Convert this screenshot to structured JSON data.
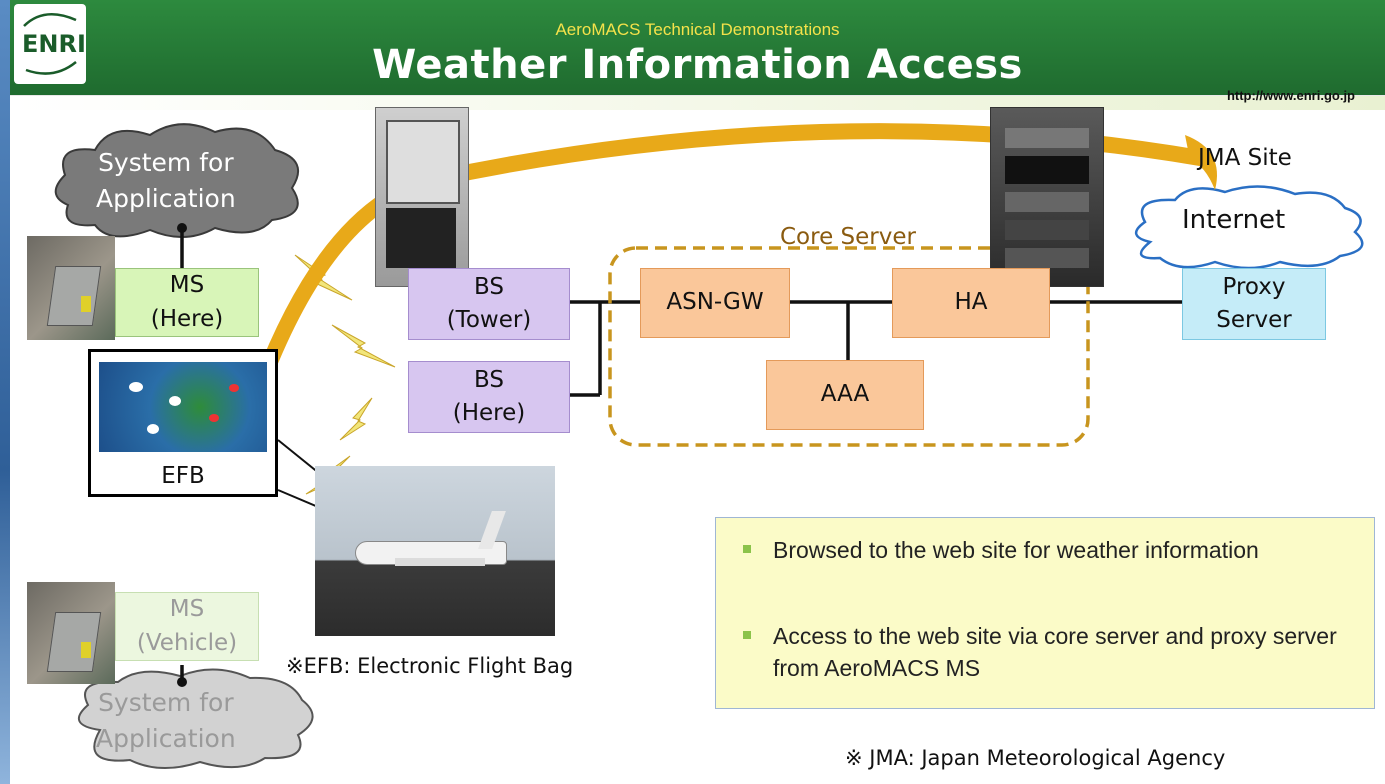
{
  "header": {
    "logo_text": "ENRI",
    "subtitle": "AeroMACS Technical Demonstrations",
    "title": "Weather Information Access",
    "url": "http://www.enri.go.jp"
  },
  "clouds": {
    "system_top_line1": "System for",
    "system_top_line2": "Application",
    "system_bottom_line1": "System for",
    "system_bottom_line2": "Application",
    "internet": "Internet"
  },
  "nodes": {
    "ms_here_line1": "MS",
    "ms_here_line2": "(Here)",
    "ms_vehicle_line1": "MS",
    "ms_vehicle_line2": "(Vehicle)",
    "bs_tower_line1": "BS",
    "bs_tower_line2": "(Tower)",
    "bs_here_line1": "BS",
    "bs_here_line2": "(Here)",
    "asn_gw": "ASN-GW",
    "ha": "HA",
    "aaa": "AAA",
    "proxy_line1": "Proxy",
    "proxy_line2": "Server",
    "efb": "EFB"
  },
  "labels": {
    "core_server": "Core Server",
    "jma_site": "JMA Site",
    "efb_note": "※EFB: Electronic Flight Bag",
    "jma_note": "※ JMA: Japan Meteorological Agency"
  },
  "info": {
    "bullets": [
      "Browsed to the web site for weather information",
      "Access to the web site via core server and proxy server from AeroMACS MS"
    ]
  },
  "colors": {
    "header_green": "#1f6b2f",
    "subtitle_yellow": "#f5e24a",
    "ms_green": "#d8f5b8",
    "bs_purple": "#d7c6f0",
    "core_orange": "#fac79a",
    "proxy_cyan": "#c5ecf8",
    "arrow_gold": "#e8a919",
    "core_border": "#c8951e",
    "info_bg": "#fbfbc8"
  }
}
